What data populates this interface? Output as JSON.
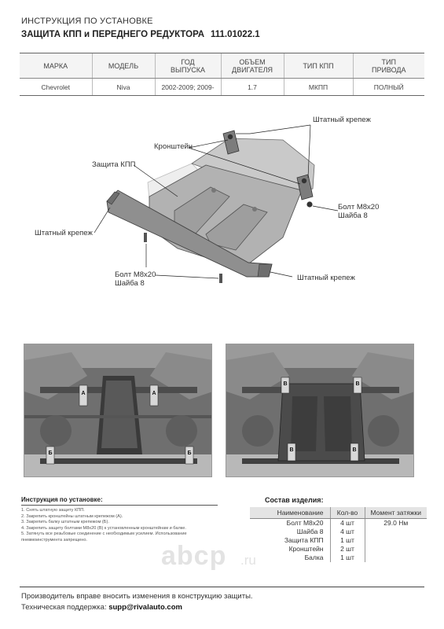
{
  "header": {
    "line1": "ИНСТРУКЦИЯ ПО УСТАНОВКЕ",
    "line2": "ЗАЩИТА КПП и ПЕРЕДНЕГО РЕДУКТОРА",
    "part_number": "111.01022.1"
  },
  "spec_table": {
    "headers": [
      "МАРКА",
      "МОДЕЛЬ",
      "ГОД\nВЫПУСКА",
      "ОБЪЕМ\nДВИГАТЕЛЯ",
      "ТИП КПП",
      "ТИП\nПРИВОДА"
    ],
    "row": [
      "Chevrolet",
      "Niva",
      "2002-2009; 2009-",
      "1.7",
      "МКПП",
      "ПОЛНЫЙ"
    ]
  },
  "drawing": {
    "callouts": {
      "stock_mount_top": "Штатный крепеж",
      "bracket": "Кронштейн",
      "skid_plate": "Защита КПП",
      "bolt_right": "Болт М8х20\nШайба 8",
      "stock_mount_left": "Штатный крепеж",
      "bolt_bottom": "Болт М8х20\nШайба 8",
      "stock_mount_bottom": "Штатный крепеж"
    }
  },
  "photos": {
    "markers_left": [
      "A",
      "A",
      "Б",
      "Б"
    ],
    "markers_right": [
      "В",
      "В",
      "В",
      "В"
    ]
  },
  "instructions": {
    "title": "Инструкция по установке:",
    "steps": [
      "1. Снять штатную защиту КПП.",
      "2. Закрепить кронштейны штатным крепежом (А).",
      "3. Закрепить балку штатным крепежом (Б).",
      "4. Закрепить защиту болтами М8х20 (В) к установленным кронштейнам и балке.",
      "5. Затянуть все резьбовые соединение с необходимым усилием. Использование",
      "пневмоинструмента запрещено."
    ]
  },
  "components": {
    "title": "Состав изделия:",
    "headers": [
      "Наименование",
      "Кол-во",
      "Момент затяжки"
    ],
    "rows": [
      [
        "Болт М8х20",
        "4 шт",
        "29.0 Нм"
      ],
      [
        "Шайба 8",
        "4 шт",
        ""
      ],
      [
        "Защита КПП",
        "1 шт",
        ""
      ],
      [
        "Кронштейн",
        "2 шт",
        ""
      ],
      [
        "Балка",
        "1 шт",
        ""
      ]
    ]
  },
  "watermark": {
    "logo": "abcp",
    "suffix": ".ru"
  },
  "footer": {
    "notice": "Производитель вправе вносить изменения в конструкцию защиты.",
    "support_label": "Техническая поддержка:",
    "support_email": "supp@rivalauto.com"
  }
}
